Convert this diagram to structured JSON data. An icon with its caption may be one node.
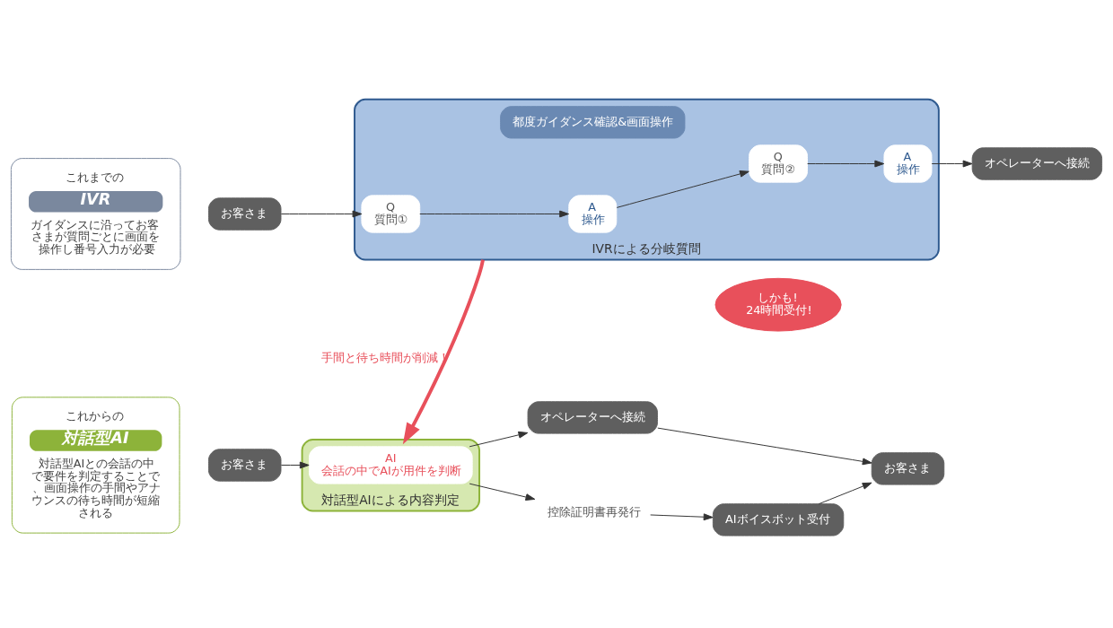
{
  "diagram": {
    "nodes": [
      {
        "text": [
          "これまでの",
          "IVR",
          "ガイダンスに沿ってお客さまが質問ごとに画面を操作し番号入力が必要"
        ]
      },
      {
        "text": [
          "お客さま"
        ]
      },
      {
        "text": [
          "IVRによる分岐質問"
        ]
      },
      {
        "text": [
          "都度ガイダンス確認&画面操作"
        ],
        "in": 2
      },
      {
        "text": [
          "Q",
          "質問①"
        ],
        "in": 2
      },
      {
        "text": [
          "A",
          "操作"
        ],
        "in": 2
      },
      {
        "text": [
          "Q",
          "質問②"
        ],
        "in": 2
      },
      {
        "text": [
          "A",
          "操作"
        ],
        "in": 2
      },
      {
        "text": [
          "オペレーターへ接続"
        ]
      },
      {
        "text": [
          "これからの",
          "対話型AI",
          "対話型AIとの会話の中で要件を判定することで、画面操作の手間やアナウンスの待ち時間が短縮される"
        ]
      },
      {
        "text": [
          "お客さま"
        ]
      },
      {
        "text": [
          "対話型AIによる内容判定"
        ]
      },
      {
        "text": [
          "AI",
          "会話の中でAIが用件を判断"
        ],
        "in": 11
      },
      {
        "text": [
          "オペレーターへ接続"
        ]
      },
      {
        "text": [
          "控除証明書再発行"
        ]
      },
      {
        "text": [
          "AIボイスボット受付"
        ]
      },
      {
        "text": [
          "しかも!",
          "24時間受付!"
        ]
      },
      {
        "text": [
          "お客さま"
        ]
      }
    ],
    "edges": [
      {
        "from": 1,
        "to": 4,
        "arrow": "to"
      },
      {
        "from": 4,
        "to": 5,
        "arrow": "to"
      },
      {
        "from": 5,
        "to": 6,
        "arrow": "to"
      },
      {
        "from": 6,
        "to": 7,
        "arrow": "to"
      },
      {
        "from": 7,
        "to": 8,
        "arrow": "to"
      },
      {
        "from": 2,
        "to": 11,
        "arrow": "to",
        "label": "手間と待ち時間が削減！",
        "style": "thick",
        "color": "#e8505b"
      },
      {
        "from": 10,
        "to": 12,
        "arrow": "to"
      },
      {
        "from": 12,
        "to": 13,
        "arrow": "to"
      },
      {
        "from": 12,
        "to": 14,
        "arrow": "to"
      },
      {
        "from": 14,
        "to": 15,
        "arrow": "to"
      },
      {
        "from": 13,
        "to": 17,
        "arrow": "to"
      },
      {
        "from": 15,
        "to": 17,
        "arrow": "to"
      }
    ]
  }
}
